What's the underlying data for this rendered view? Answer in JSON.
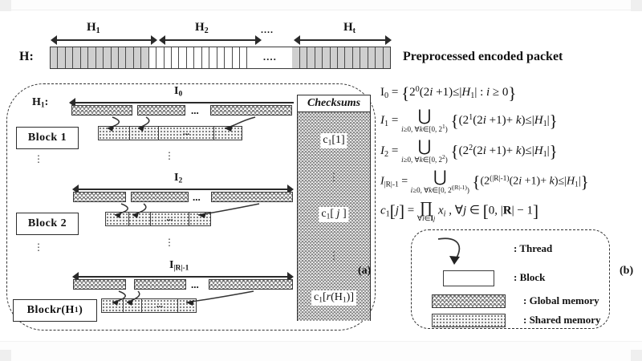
{
  "figure": {
    "panel_a_tag": "(a)",
    "panel_b_tag": "(b)"
  },
  "packet": {
    "row_label": "H:",
    "caption": "Preprocessed encoded packet",
    "segment_labels": [
      "H",
      "H",
      "H"
    ],
    "segment_subs": [
      "1",
      "2",
      "t"
    ],
    "ellipsis": "....",
    "inner_ellipsis": "....",
    "cells": {
      "h1_count": 13,
      "h2_count": 13,
      "ht_count": 13,
      "h1_fill": "#cfcfcf",
      "h2_fill": "#ffffff",
      "ht_fill": "#cfcfcf"
    }
  },
  "rows": [
    {
      "name": "row-block-1",
      "h_label": "H",
      "h_sub": "1",
      "h_suffix": ":",
      "index_label": "I",
      "index_sub": "0",
      "block_label": "Block  1",
      "global_ellipsis": "...",
      "shared_ellipsis": "..."
    },
    {
      "name": "row-block-2",
      "h_label": "",
      "h_sub": "",
      "h_suffix": "",
      "index_label": "I",
      "index_sub": "2",
      "block_label": "Block  2",
      "global_ellipsis": "...",
      "shared_ellipsis": "..."
    },
    {
      "name": "row-block-r",
      "h_label": "",
      "h_sub": "",
      "h_suffix": "",
      "index_label": "I",
      "index_sub": "|R|-1",
      "block_label_pre": "Block  ",
      "block_label_ital": "r",
      "block_label_post": " (H",
      "block_label_sub": "1",
      "block_label_end": ")",
      "global_ellipsis": "...",
      "shared_ellipsis": "..."
    }
  ],
  "vertical_dots": "⋮",
  "checksums": {
    "header": "Checksums",
    "entries": [
      "c₁[1]",
      "c₁[ j ]",
      "c₁[r(H₁)]"
    ],
    "dots": "⋮"
  },
  "equations": [
    {
      "id": "eq-I0",
      "text": "I₀ = {2⁰(2i +1) ≤ |H₁| : i ≥ 0}"
    },
    {
      "id": "eq-I1",
      "text": "I₁ = ⋃ i≥0, ∀k∈[0, 2¹) {(2¹(2i +1) + k) ≤ |H₁|}"
    },
    {
      "id": "eq-I2",
      "text": "I₂ = ⋃ i≥0, ∀k∈[0, 2²) {(2²(2i +1) + k) ≤ |H₁|}"
    },
    {
      "id": "eq-IR",
      "text": "I|R|-1 = ⋃ i≥0, ∀k∈[0, 2^(|R|-1)) {(2^(|R|-1)(2i +1) + k) ≤ |H₁|}"
    },
    {
      "id": "eq-c1j",
      "text": "c₁[ j ] = ∏ ∀i∈Iⱼ xᵢ , ∀j ∈ [0, |R| - 1]"
    }
  ],
  "legend": {
    "items": [
      {
        "swatch": "thread-arrow",
        "text": ":  Thread"
      },
      {
        "swatch": "block-box",
        "text": ": Block"
      },
      {
        "swatch": "global-mem",
        "text": ": Global  memory"
      },
      {
        "swatch": "shared-mem",
        "text": ": Shared memory"
      }
    ]
  },
  "colors": {
    "ink": "#111111",
    "stroke": "#2d2d2d",
    "packet_gray": "#cfcfcf",
    "paper": "#ffffff"
  }
}
